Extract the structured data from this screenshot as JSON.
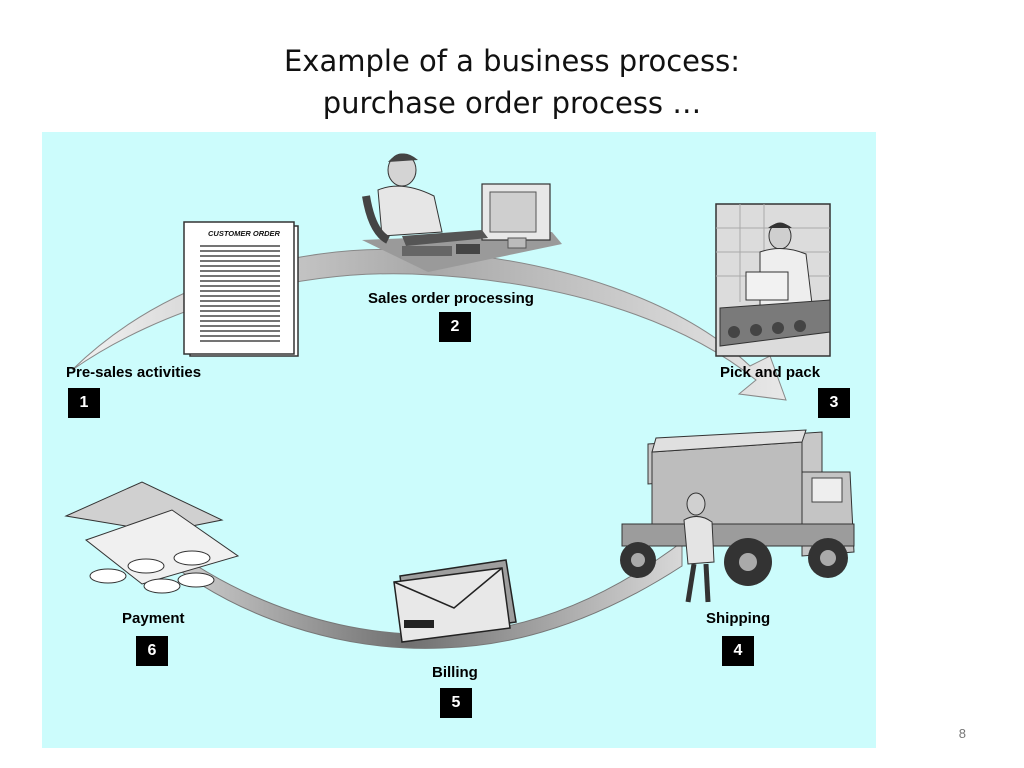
{
  "title": {
    "line1": "Example of a business process:",
    "line2": "purchase order process …"
  },
  "document_heading": "CUSTOMER ORDER",
  "steps": [
    {
      "number": "1",
      "label": "Pre-sales activities"
    },
    {
      "number": "2",
      "label": "Sales order processing"
    },
    {
      "number": "3",
      "label": "Pick and pack"
    },
    {
      "number": "4",
      "label": "Shipping"
    },
    {
      "number": "5",
      "label": "Billing"
    },
    {
      "number": "6",
      "label": "Payment"
    }
  ],
  "page_number": "8",
  "colors": {
    "diagram_background": "#ccfcfc",
    "arrow_fill": "#b0b0b0",
    "number_box": "#000000"
  }
}
